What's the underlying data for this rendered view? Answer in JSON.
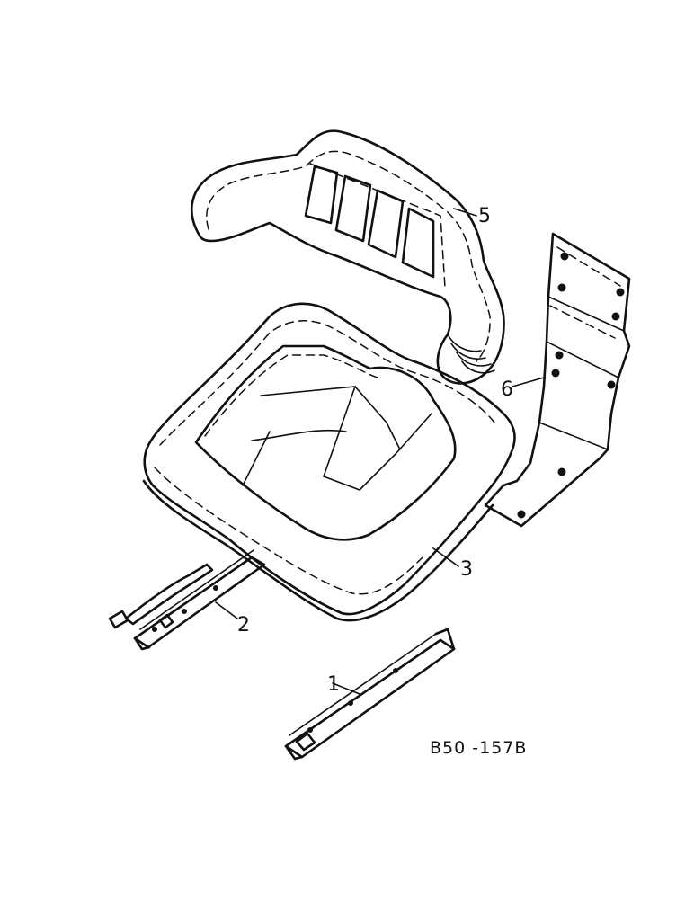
{
  "callouts": {
    "part_1": "1",
    "part_2": "2",
    "part_3": "3",
    "part_5": "5",
    "part_6": "6"
  },
  "reference_code": "B50 -157B"
}
